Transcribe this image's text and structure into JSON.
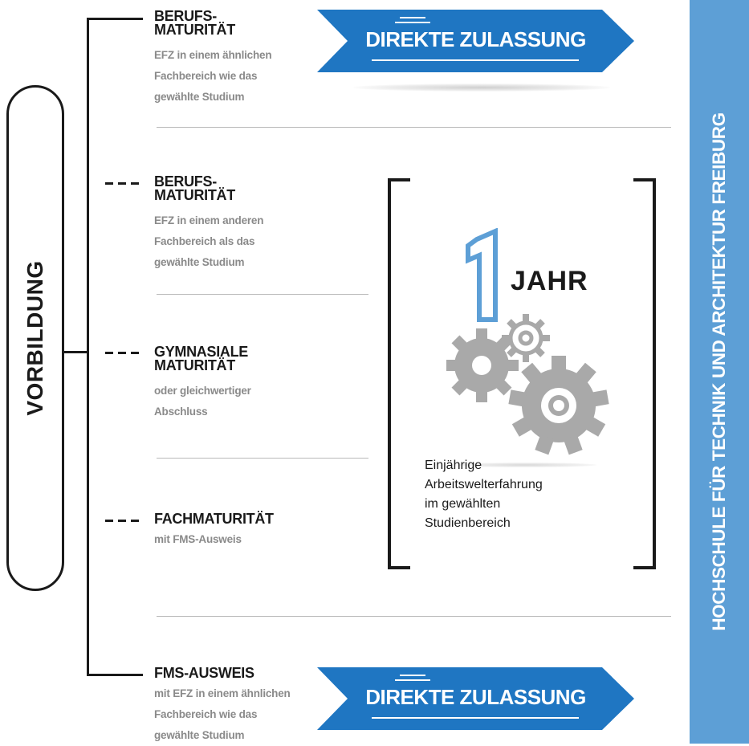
{
  "left_label": "VORBILDUNG",
  "entries": [
    {
      "title_line1": "BERUFS-",
      "title_line2": "MATURITÄT",
      "sub": [
        "EFZ in einem ähnlichen",
        "Fachbereich wie das",
        "gewählte Studium"
      ]
    },
    {
      "title_line1": "BERUFS-",
      "title_line2": "MATURITÄT",
      "sub": [
        "EFZ in einem anderen",
        "Fachbereich als das",
        "gewählte Studium"
      ]
    },
    {
      "title_line1": "GYMNASIALE",
      "title_line2": "MATURITÄT",
      "sub": [
        "oder gleichwertiger",
        "Abschluss"
      ]
    },
    {
      "title_line1": "FACHMATURITÄT",
      "sub": [
        "mit FMS-Ausweis"
      ]
    },
    {
      "title_line1": "FMS-AUSWEIS",
      "sub": [
        "mit EFZ in einem ähnlichen",
        "Fachbereich wie das",
        "gewählte Studium"
      ]
    }
  ],
  "arrow_top_label": "DIREKTE ZULASSUNG",
  "arrow_bottom_label": "DIREKTE ZULASSUNG",
  "bracket": {
    "number": "1",
    "unit": "JAHR",
    "description": [
      "Einjährige",
      "Arbeitswelterfahrung",
      "im gewählten",
      "Studienbereich"
    ]
  },
  "banner_label": "HOCHSCHULE FÜR TECHNIK UND ARCHITEKTUR FREIBURG",
  "colors": {
    "blue_arrow": "#1f76c2",
    "banner_blue": "#5d9fd6",
    "gear_gray": "#a9a9a9",
    "text_dark": "#1a1a1a",
    "text_gray": "#8a8a8a"
  }
}
